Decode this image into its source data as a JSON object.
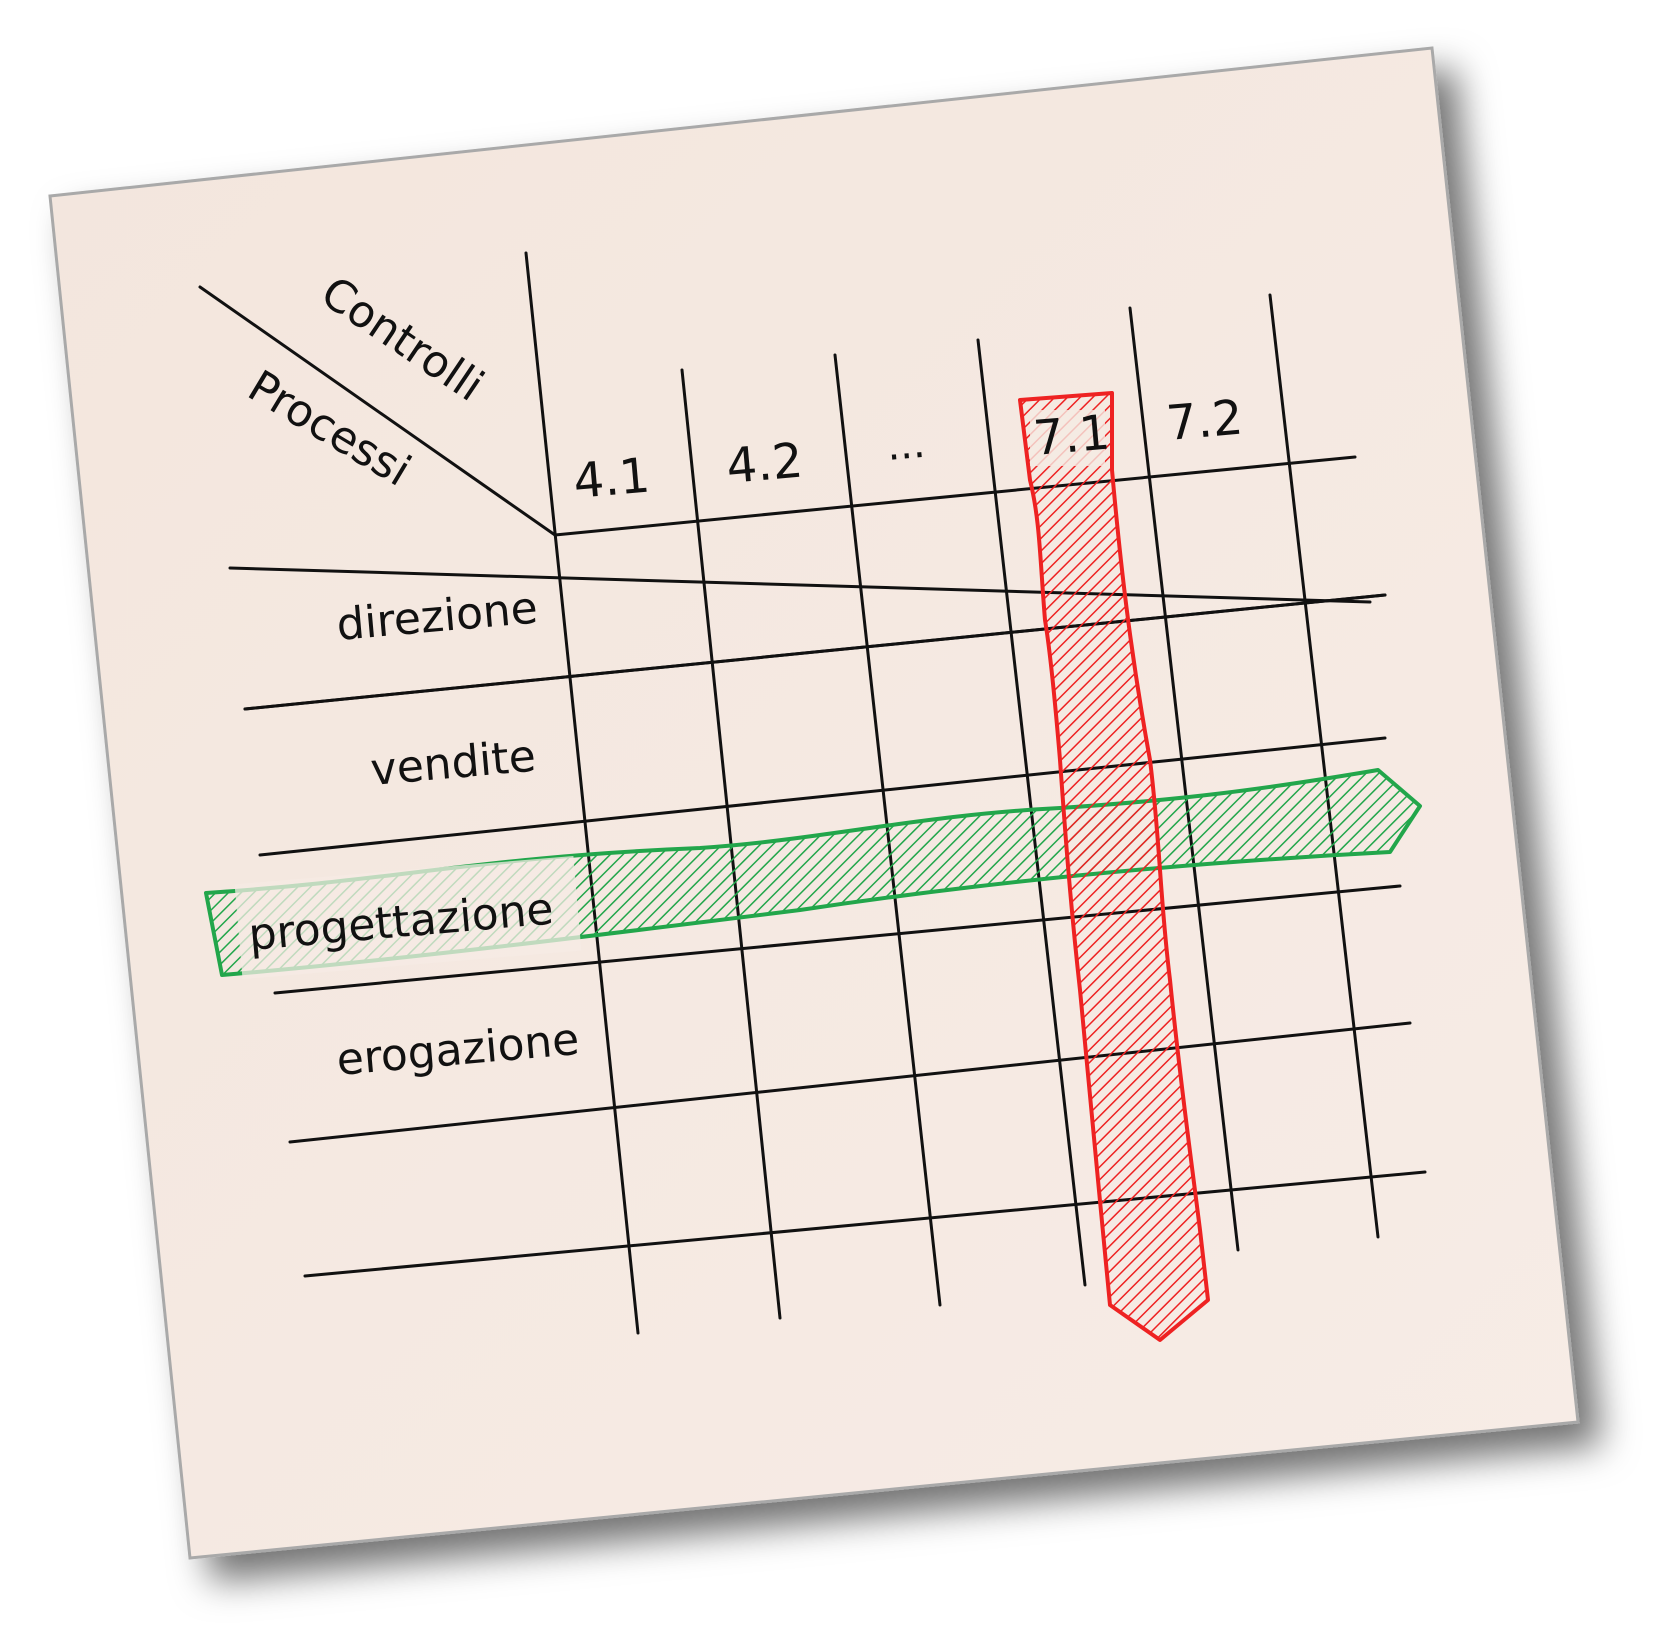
{
  "header": {
    "controls_label": "Controlli",
    "processes_label": "Processi"
  },
  "columns": [
    "4.1",
    "4.2",
    "...",
    "7.1",
    "7.2"
  ],
  "rows": [
    "direzione",
    "vendite",
    "progettazione",
    "erogazione"
  ],
  "highlight": {
    "column": "7.1",
    "row": "progettazione",
    "column_color": "#ee2222",
    "row_color": "#22a64b"
  },
  "colors": {
    "paper": "#f5e9e1",
    "ink": "#111111",
    "border": "#aaaaaa"
  }
}
